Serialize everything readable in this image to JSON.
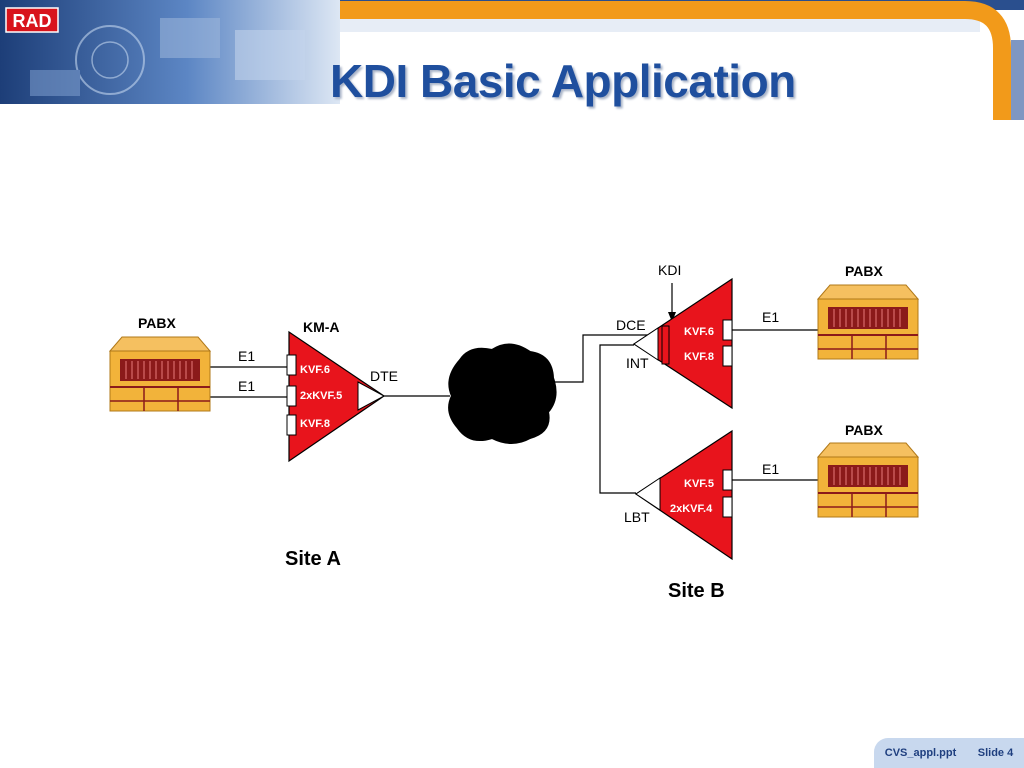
{
  "slide": {
    "title": "KDI Basic Application",
    "logo_text": "RAD"
  },
  "site_a": {
    "label": "Site A",
    "pabx_label": "PABX",
    "device_label": "KM-A",
    "link_labels": [
      "E1",
      "E1"
    ],
    "dte_label": "DTE",
    "modules": [
      "KVF.6",
      "2xKVF.5",
      "KVF.8"
    ]
  },
  "site_b": {
    "label": "Site B",
    "kdi_label": "KDI",
    "dce_label": "DCE",
    "int_label": "INT",
    "lbt_label": "LBT",
    "upper_unit": {
      "modules": [
        "KVF.6",
        "KVF.8"
      ],
      "link_label": "E1",
      "pabx_label": "PABX"
    },
    "lower_unit": {
      "modules": [
        "KVF.5",
        "2xKVF.4"
      ],
      "link_label": "E1",
      "pabx_label": "PABX"
    }
  },
  "footer": {
    "file_name": "CVS_appl.ppt",
    "slide_number": "Slide 4"
  },
  "colors": {
    "title": "#1f4f9e",
    "device_red": "#e8141c",
    "pabx_orange": "#f2b33a",
    "pabx_maroon": "#8b1a1a",
    "banner_orange": "#f29a1a",
    "banner_blue": "#2a4f8e",
    "cloud": "#000000"
  }
}
